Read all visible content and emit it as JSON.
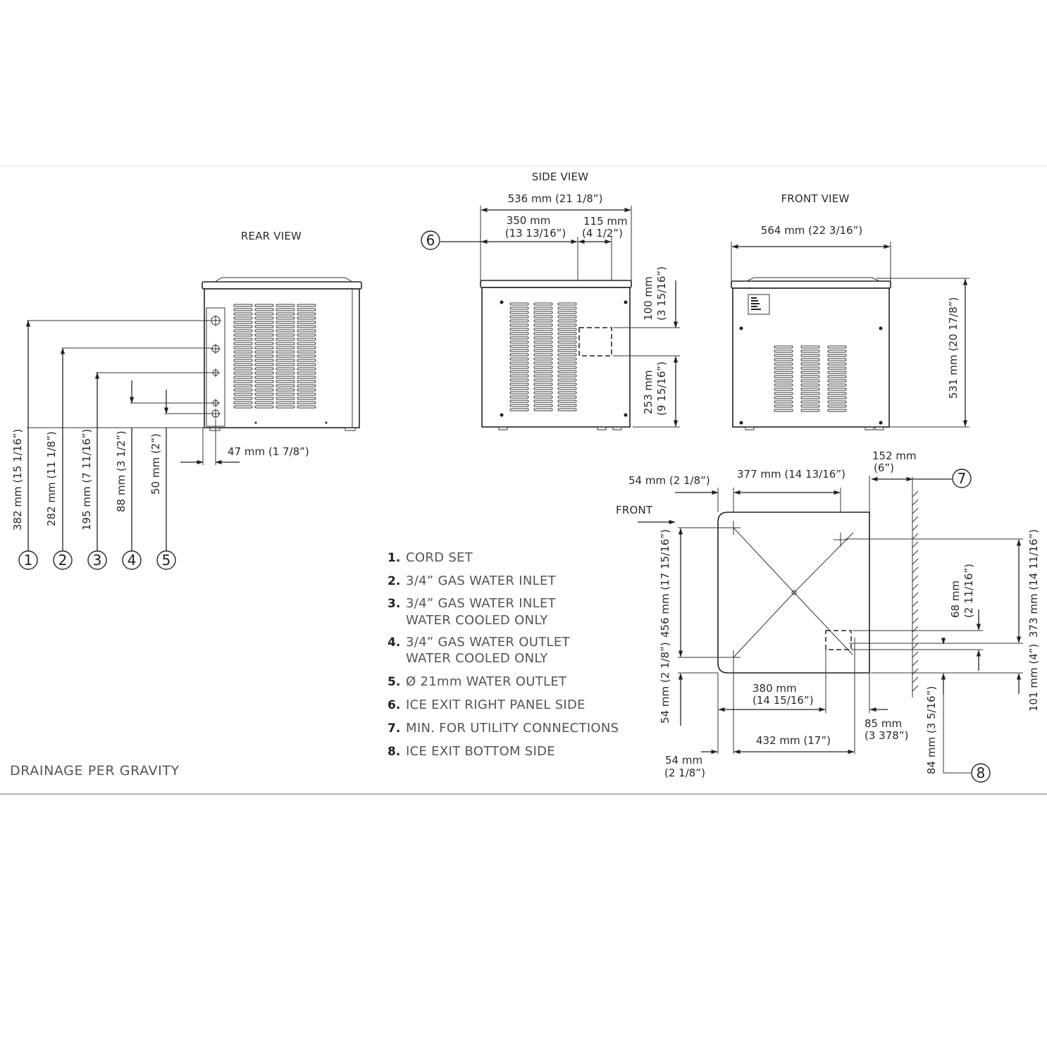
{
  "views": {
    "rear": "REAR VIEW",
    "side": "SIDE VIEW",
    "front": "FRONT VIEW"
  },
  "rear_dims": {
    "d382": "382 mm (15 1/16”)",
    "d282": "282 mm (11 1/8”)",
    "d195": "195 mm (7 11/16”)",
    "d88": "88 mm (3 1/2”)",
    "d50": "50 mm (2”)",
    "d47": "47 mm (1 7/8”)"
  },
  "side_dims": {
    "d536": "536 mm (21 1/8”)",
    "d350a": "350 mm",
    "d350b": "(13 13/16”)",
    "d115a": "115 mm",
    "d115b": "(4 1/2”)",
    "d100a": "100 mm",
    "d100b": "(3 15/16”)",
    "d253a": "253 mm",
    "d253b": "(9 15/16”)"
  },
  "front_dims": {
    "d564": "564 mm (22 3/16”)",
    "d531": "531 mm (20 17/8”)"
  },
  "plan_dims": {
    "front": "FRONT",
    "d54top": "54 mm  (2 1/8”)",
    "d377": "377 mm  (14 13/16”)",
    "d152a": "152 mm",
    "d152b": "(6”)",
    "d456": "456 mm (17 15/16”)",
    "d54left": "54 mm (2 1/8”)",
    "d380a": "380 mm",
    "d380b": "(14 15/16”)",
    "d432": "432 mm  (17”)",
    "d85a": "85 mm",
    "d85b": "(3 378”)",
    "d54bota": "54 mm",
    "d54botb": "(2 1/8”)",
    "d68a": "68 mm",
    "d68b": "(2 11/16”)",
    "d84": "84 mm  (3 5/16”)",
    "d373": "373 mm (14 11/16”)",
    "d101": "101 mm (4”)"
  },
  "callouts": [
    "1",
    "2",
    "3",
    "4",
    "5",
    "6",
    "7",
    "8"
  ],
  "legend": [
    {
      "num": "1.",
      "line1": "CORD SET",
      "line2": ""
    },
    {
      "num": "2.",
      "line1": "3/4” GAS WATER INLET",
      "line2": ""
    },
    {
      "num": "3.",
      "line1": "3/4” GAS WATER INLET",
      "line2": "WATER COOLED ONLY"
    },
    {
      "num": "4.",
      "line1": "3/4” GAS WATER OUTLET",
      "line2": "WATER COOLED ONLY"
    },
    {
      "num": "5.",
      "line1": "Ø 21mm WATER OUTLET",
      "line2": ""
    },
    {
      "num": "6.",
      "line1": "ICE EXIT  RIGHT PANEL SIDE",
      "line2": ""
    },
    {
      "num": "7.",
      "line1": "MIN. FOR UTILITY CONNECTIONS",
      "line2": ""
    },
    {
      "num": "8.",
      "line1": "ICE EXIT  BOTTOM SIDE",
      "line2": ""
    }
  ],
  "footer": "DRAINAGE PER GRAVITY"
}
